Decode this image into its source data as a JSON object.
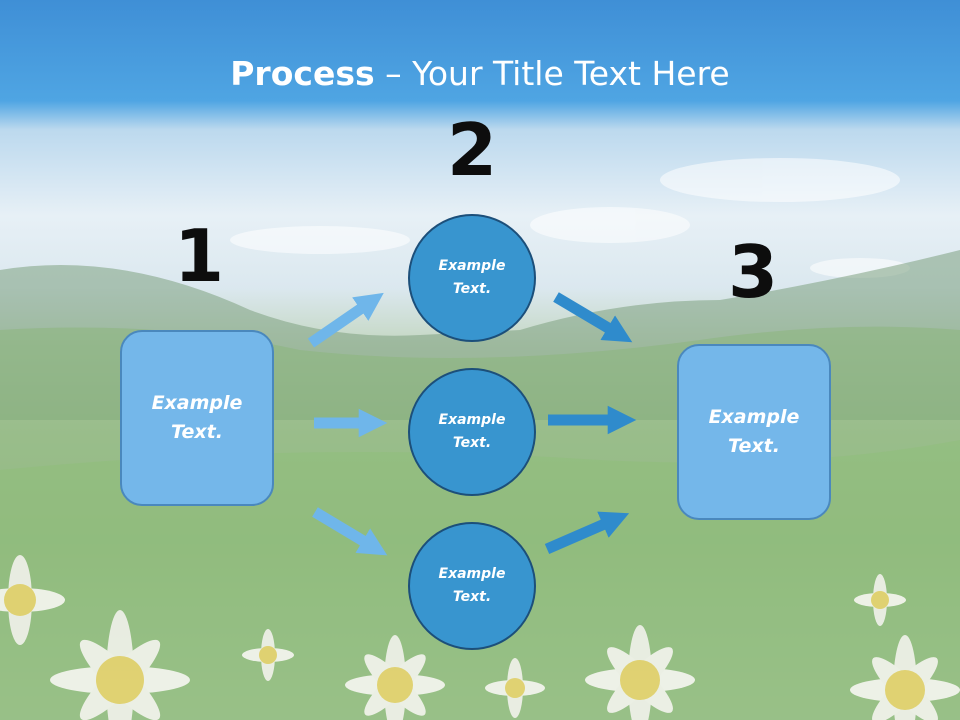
{
  "title": {
    "bold": "Process",
    "rest": " – Your Title Text Here"
  },
  "step_numbers": [
    "1",
    "2",
    "3"
  ],
  "left_box": {
    "text": "Example Text."
  },
  "circles": [
    {
      "text": "Example Text."
    },
    {
      "text": "Example Text."
    },
    {
      "text": "Example Text."
    }
  ],
  "right_box": {
    "text": "Example Text."
  },
  "colors": {
    "box_fill": "#74b7ea",
    "circle_fill": "#3895cf",
    "arrow_light": "#6fb6ea",
    "arrow_dark": "#2f8bcc",
    "title_text": "#ffffff",
    "number_text": "#0d0d0d"
  }
}
